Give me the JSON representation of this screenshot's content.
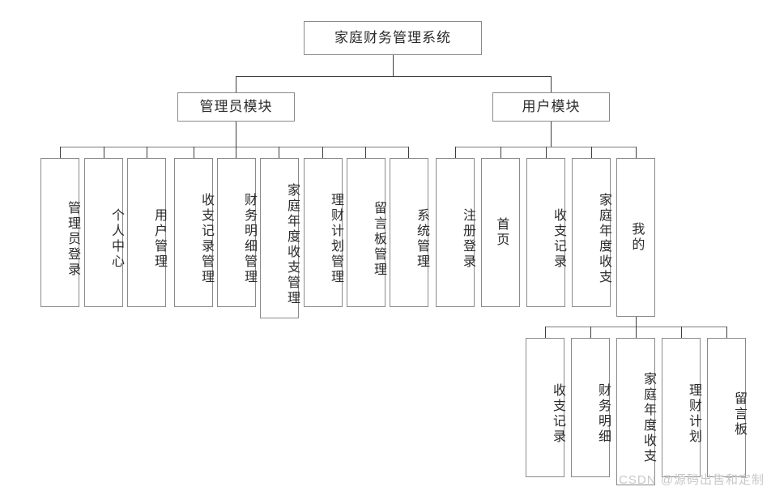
{
  "diagram": {
    "title": "家庭财务管理系统",
    "root": {
      "label": "家庭财务管理系统"
    },
    "modules": [
      {
        "label": "管理员模块"
      },
      {
        "label": "用户模块"
      }
    ],
    "admin_children": [
      {
        "label": "管理员登录"
      },
      {
        "label": "个人中心"
      },
      {
        "label": "用户管理"
      },
      {
        "label": "收支记录管理"
      },
      {
        "label": "财务明细管理"
      },
      {
        "label": "家庭年度收支管理"
      },
      {
        "label": "理财计划管理"
      },
      {
        "label": "留言板管理"
      },
      {
        "label": "系统管理"
      }
    ],
    "user_children": [
      {
        "label": "注册登录"
      },
      {
        "label": "首页"
      },
      {
        "label": "收支记录"
      },
      {
        "label": "家庭年度收支"
      },
      {
        "label": "我的"
      }
    ],
    "mine_children": [
      {
        "label": "收支记录"
      },
      {
        "label": "财务明细"
      },
      {
        "label": "家庭年度收支"
      },
      {
        "label": "理财计划"
      },
      {
        "label": "留言板"
      }
    ]
  },
  "watermark": {
    "text": "CSDN @源码出售和定制"
  },
  "colors": {
    "box_border": "#8a8a8a",
    "line": "#3d3d3d",
    "text": "#2b2b2b",
    "background": "#ffffff",
    "watermark": "#c8c8c8"
  }
}
